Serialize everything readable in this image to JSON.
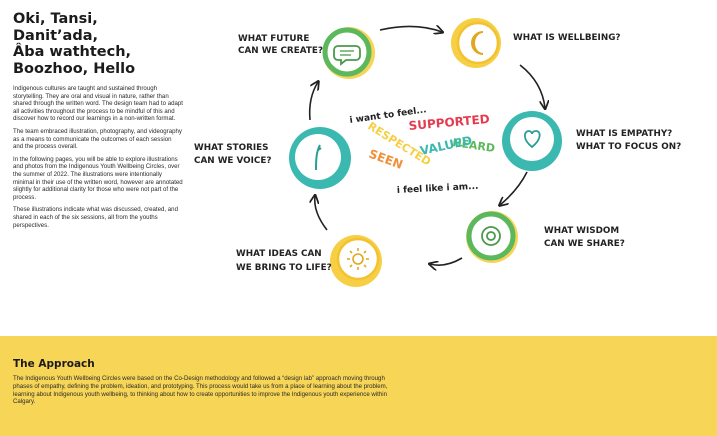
{
  "intro": {
    "heading_lines": [
      "Oki, Tansi, Danit’ada,",
      "Âba wathtech,",
      "Boozhoo, Hello"
    ],
    "paragraphs": [
      "Indigenous cultures are taught and sustained through storytelling. They are oral and visual in nature, rather than shared through the written word. The design team had to adapt all activities throughout the process to be mindful of this and discover how to record our learnings in a non-written format.",
      "The team embraced illustration, photography, and videography as a means to communicate the outcomes of each session and the process overall.",
      "In the following pages, you will be able to explore illustrations and photos from the Indigenous Youth Wellbeing Circles, over the summer of 2022. The illustrations were intentionally minimal in their use of the written word, however are annotated slightly for additional clarity for those who were not part of the process.",
      "These illustrations indicate what was discussed, created, and shared in each of the six sessions, all from the youths perspectives."
    ]
  },
  "cycle": {
    "future": [
      "WHAT FUTURE",
      "CAN WE CREATE?"
    ],
    "wellbeing": [
      "WHAT IS WELLBEING?"
    ],
    "empathy": [
      "WHAT IS EMPATHY?",
      "WHAT TO FOCUS ON?"
    ],
    "wisdom": [
      "WHAT WISDOM",
      "CAN WE SHARE?"
    ],
    "ideas": [
      "WHAT IDEAS CAN",
      "WE BRING TO LIFE?"
    ],
    "stories": [
      "WHAT STORIES",
      "CAN WE VOICE?"
    ]
  },
  "center": {
    "want": "i want to feel...",
    "supported": "SUPPORTED",
    "heard": "HEARD",
    "respected": "RESPECTED",
    "valued": "VALUED",
    "seen": "SEEN",
    "feel_like": "i feel like i am..."
  },
  "colors": {
    "green": "#5cb85c",
    "yellow": "#f6cf45",
    "teal": "#3bb9b0",
    "red": "#e53b4f",
    "orange": "#f0913a",
    "footer_bg": "#f7d557"
  },
  "approach": {
    "title": "The Approach",
    "body": "The Indigenous Youth Wellbeing Circles were based on the Co-Design methodology and followed a “design lab” approach moving through phases of empathy, defining the problem, ideation, and prototyping. This process would take us from a place of learning about the problem, learning about Indigenous youth wellbeing, to thinking about how to create opportunities to improve the Indigenous youth experience within Calgary."
  }
}
